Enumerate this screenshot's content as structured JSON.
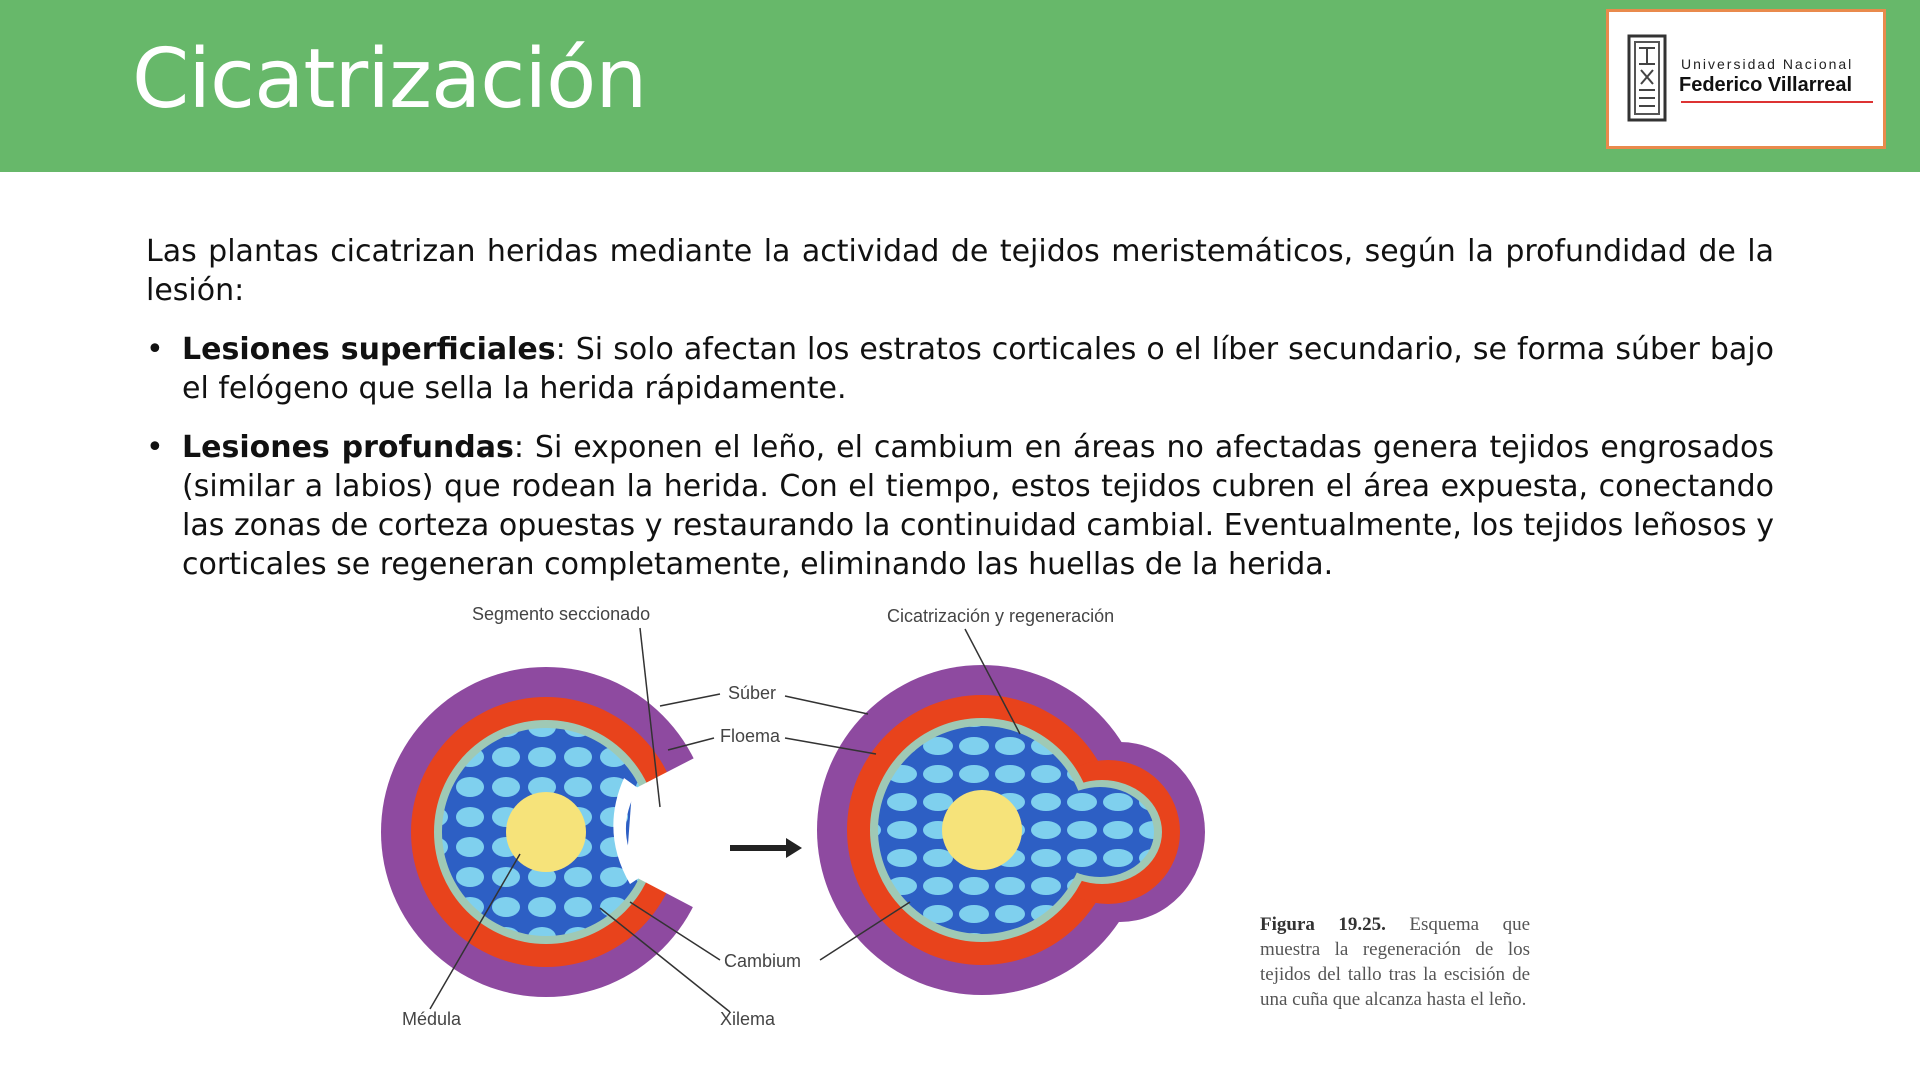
{
  "slide": {
    "title": "Cicatrización",
    "logo": {
      "line1": "Universidad Nacional",
      "line2": "Federico Villarreal"
    },
    "intro": "Las plantas cicatrizan heridas mediante la actividad de tejidos meristemáticos, según la profundidad de la lesión:",
    "bullets": [
      {
        "term": "Lesiones superficiales",
        "text": ": Si solo afectan los estratos corticales o el líber secundario, se forma súber bajo el felógeno que sella la herida rápidamente."
      },
      {
        "term": "Lesiones profundas",
        "text": ": Si exponen el leño, el cambium en áreas no afectadas genera tejidos engrosados (similar a labios) que rodean la herida. Con el tiempo, estos tejidos cubren el área expuesta, conectando las zonas de corteza opuestas y restaurando la continuidad cambial. Eventualmente, los tejidos leñosos y corticales se regeneran completamente, eliminando las huellas de la herida."
      }
    ],
    "bullet_char": "•"
  },
  "figure": {
    "labels": {
      "segmento": "Segmento seccionado",
      "cicatrizacion": "Cicatrización y regeneración",
      "suber": "Súber",
      "floema": "Floema",
      "cambium": "Cambium",
      "medula": "Médula",
      "xilema": "Xilema"
    },
    "caption_bold": "Figura 19.25.",
    "caption_text": "Esquema que muestra la regeneración de los tejidos del tallo tras la escisión de una cuña que alcanza hasta el leño.",
    "colors": {
      "suber": "#8e4aa0",
      "floema": "#e8431c",
      "cambium": "#9fc9b5",
      "xilema": "#2d5fc4",
      "xilema_cells": "#7fd0ee",
      "medula": "#f6e37a"
    }
  }
}
